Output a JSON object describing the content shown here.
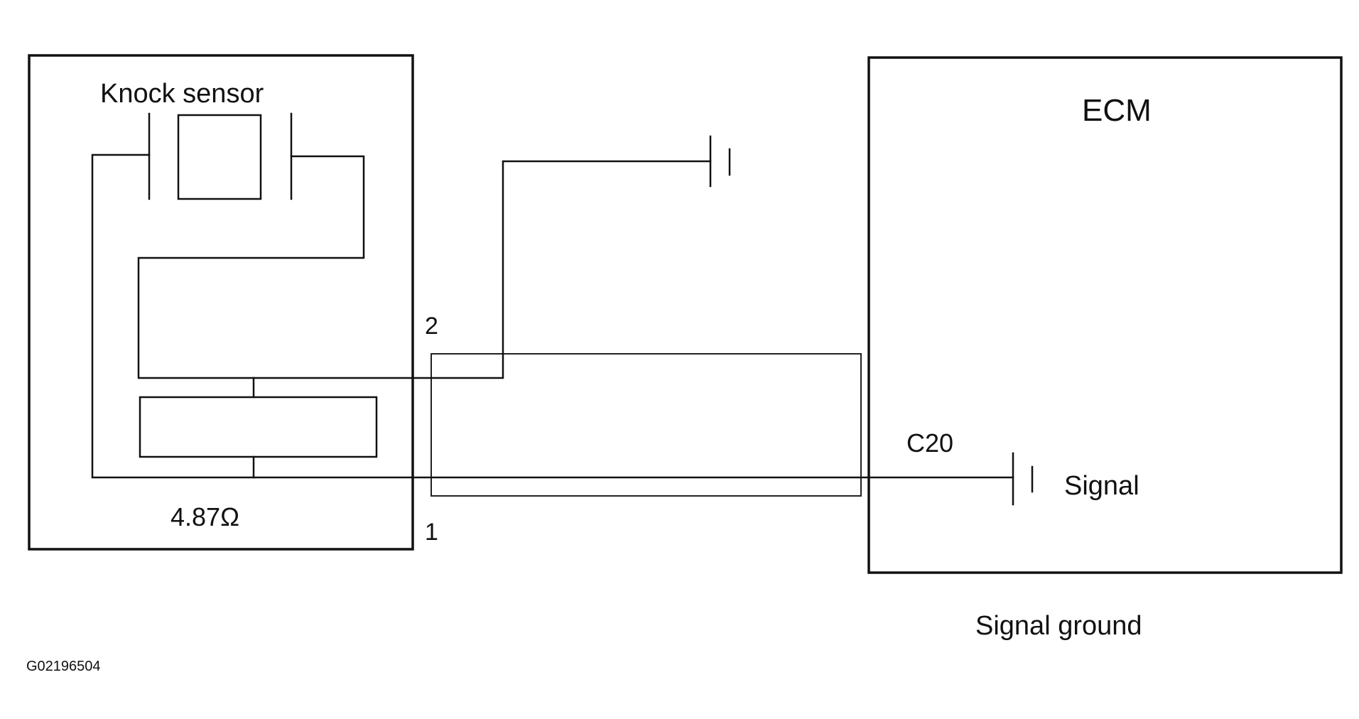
{
  "sensor": {
    "title": "Knock sensor",
    "resistance": "4.87Ω"
  },
  "pins": {
    "pin2": "2",
    "pin1": "1"
  },
  "ecm": {
    "title": "ECM",
    "connector": "C20",
    "signal_label": "Signal"
  },
  "captions": {
    "signal_ground": "Signal ground",
    "figure_id": "G02196504"
  }
}
